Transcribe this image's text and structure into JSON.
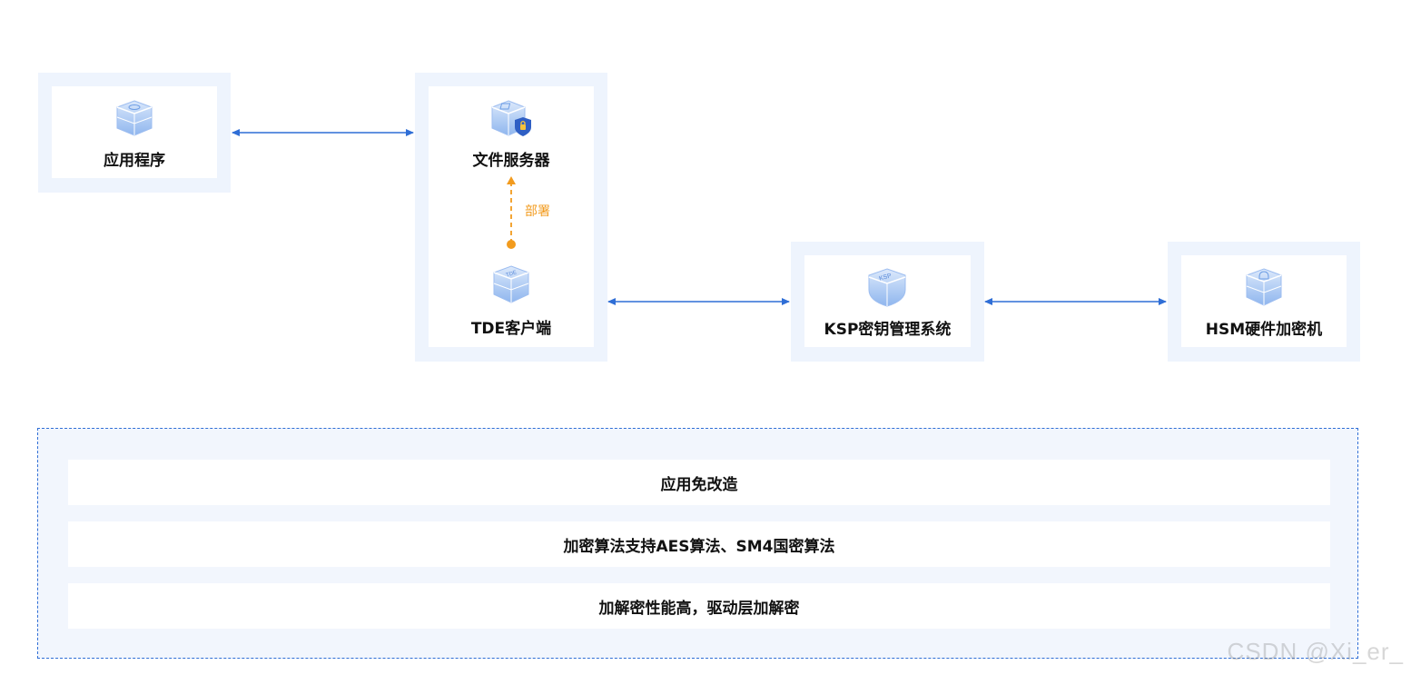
{
  "nodes": {
    "app": {
      "label": "应用程序",
      "icon": "server-stack-icon"
    },
    "file_server": {
      "label": "文件服务器",
      "icon": "shield-lock-server-icon"
    },
    "tde_client": {
      "label": "TDE客户端",
      "icon": "tde-cube-icon"
    },
    "ksp": {
      "label": "KSP密钥管理系统",
      "icon": "ksp-shield-icon"
    },
    "hsm": {
      "label": "HSM硬件加密机",
      "icon": "hsm-cube-icon"
    }
  },
  "deploy_label": "部署",
  "features": [
    "应用免改造",
    "加密算法支持AES算法、SM4国密算法",
    "加解密性能高，驱动层加解密"
  ],
  "watermark": "CSDN @Xi_er_",
  "colors": {
    "frame": "#eef4fd",
    "arrow": "#2f6ed6",
    "deploy": "#f29b1e",
    "dashed_border": "#2f6ed6"
  }
}
